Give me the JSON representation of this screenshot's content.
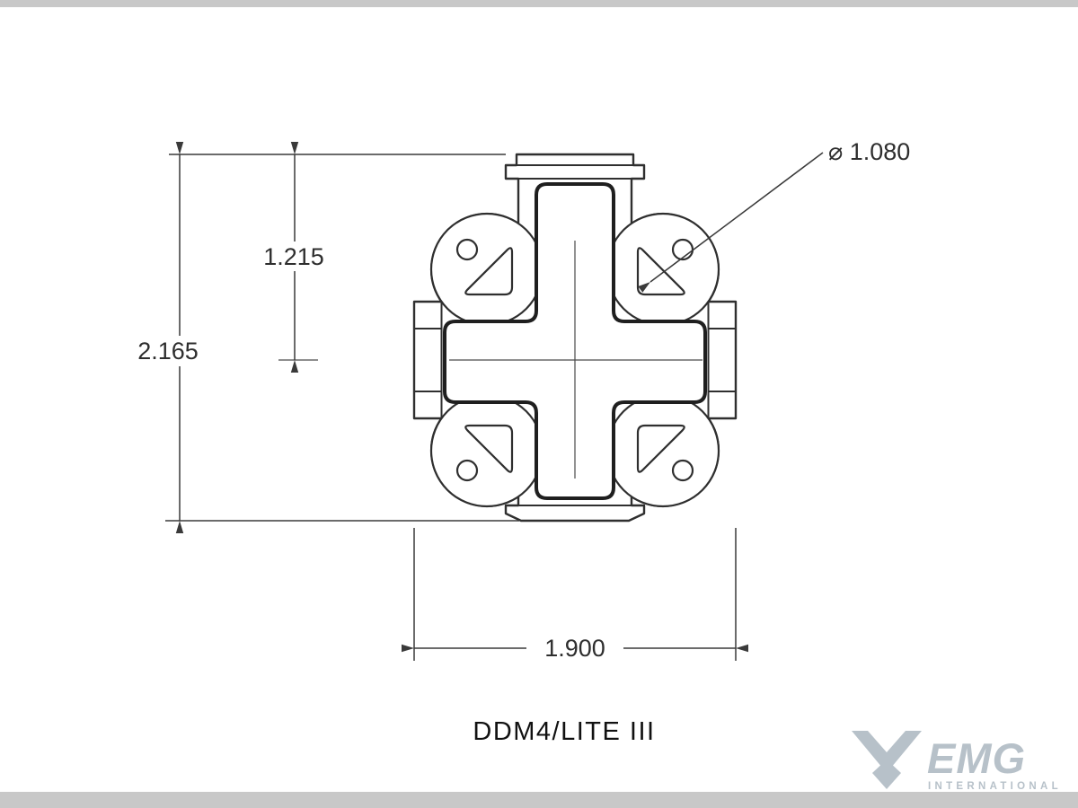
{
  "drawing": {
    "title": "DDM4/LITE III",
    "dimensions": {
      "overall_height": "2.165",
      "upper_height": "1.215",
      "overall_width": "1.900",
      "diameter_callout": "⌀ 1.080"
    }
  },
  "logo": {
    "name": "EMG",
    "subtitle": "INTERNATIONAL"
  },
  "colors": {
    "drawing_line": "#2f2f2f",
    "dimension_line": "#3a3a3a",
    "logo": "#b7c1c9",
    "frame_bar": "#c8c8c8",
    "background": "#ffffff"
  }
}
